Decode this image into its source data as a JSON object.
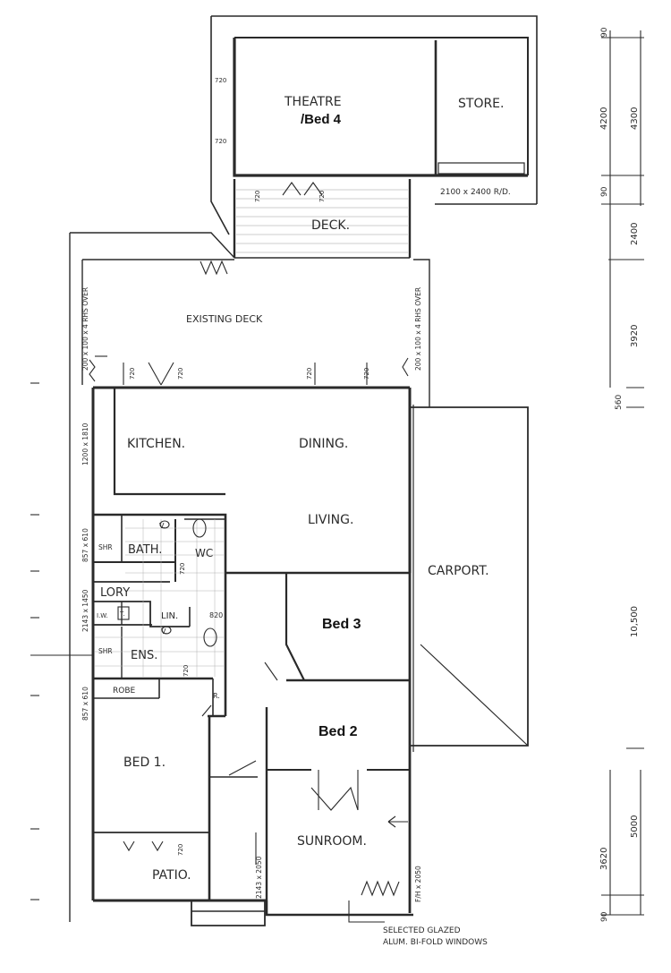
{
  "rooms": {
    "theatre": "THEATRE",
    "bed4": "/Bed 4",
    "store": "STORE.",
    "deck": "DECK.",
    "existing_deck": "EXISTING DECK",
    "kitchen": "KITCHEN.",
    "dining": "DINING.",
    "living": "LIVING.",
    "carport": "CARPORT.",
    "bath": "BATH.",
    "wc": "WC",
    "lory": "LORY",
    "lin": "LIN.",
    "ens": "ENS.",
    "robe": "ROBE",
    "bed3": "Bed 3",
    "bed2": "Bed 2",
    "bed1": "BED 1.",
    "sunroom": "SUNROOM.",
    "patio": "PATIO."
  },
  "notes": {
    "door_store": "2100 x 2400 R/D.",
    "beam_left": "200 x 100 x 4 RHS OVER",
    "beam_right": "200 x 100 x 4 RHS OVER",
    "win_kitchen": "1200 x 1810",
    "win_bath": "857 x 610",
    "win_lory": "2143 x 1450",
    "win_ens": "857 x 610",
    "door_patio": "2143 x 2050",
    "door_sunroom": "F/H x 2050",
    "glazed_1": "SELECTED GLAZED",
    "glazed_2": "ALUM. BI-FOLD WINDOWS",
    "shr1": "SHR",
    "shr2": "SHR",
    "v1": "V.",
    "v2": "V.",
    "iw": "I.W.",
    "t": "T.",
    "r": "R.",
    "d720_1": "720",
    "d720_2": "720",
    "d720_3": "720",
    "d720_4": "720",
    "d720_5": "720",
    "d720_6": "720",
    "d720_7": "720",
    "d720_8": "720",
    "d720_9": "720",
    "d720_10": "720",
    "d720_11": "720",
    "d820": "820"
  },
  "dimensions": {
    "d90_top": "90",
    "d4200": "4200",
    "d4300": "4300",
    "d90_mid": "90",
    "d2400": "2400",
    "d3920": "3920",
    "d560": "560",
    "d10500": "10,500",
    "d3620": "3620",
    "d5000": "5000",
    "d90_bot": "90"
  }
}
